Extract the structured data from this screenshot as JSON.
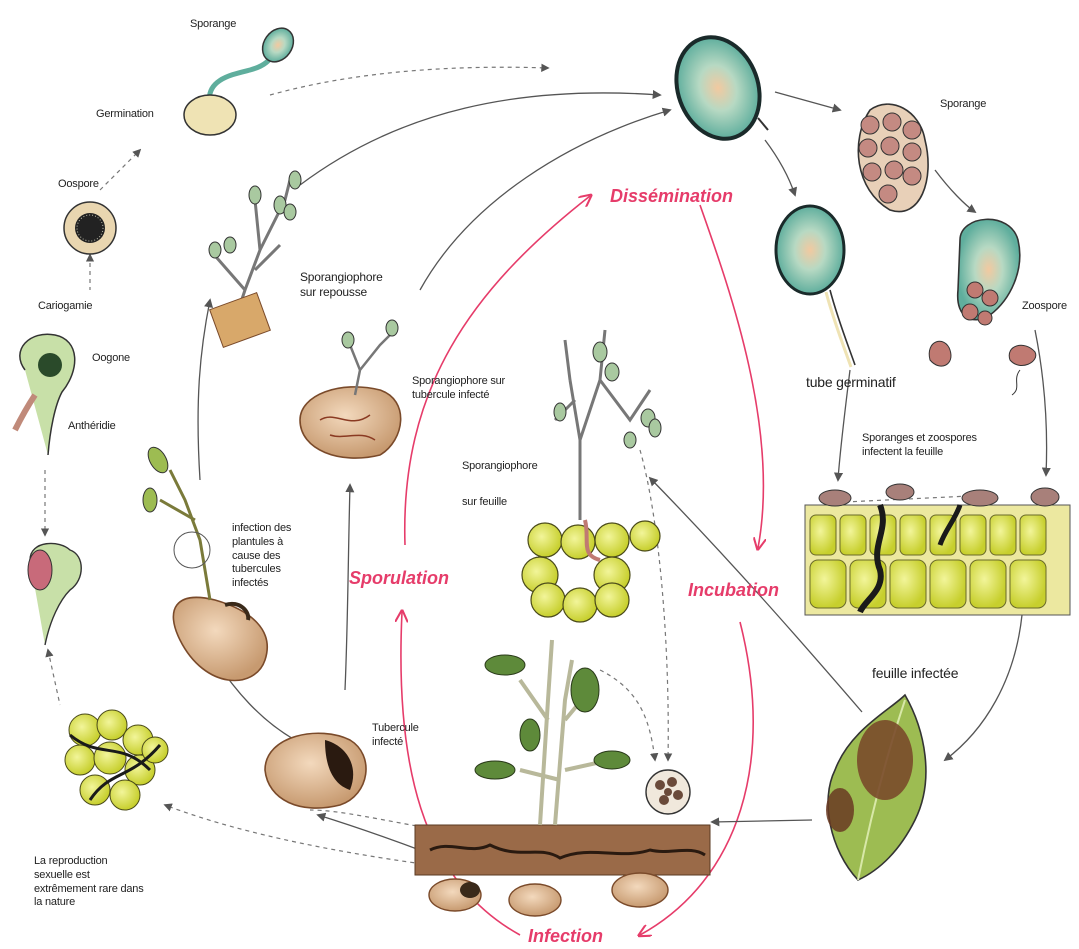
{
  "stages": {
    "dissemination": "Dissémination",
    "incubation": "Incubation",
    "infection": "Infection",
    "sporulation": "Sporulation"
  },
  "labels": {
    "sporange_top": "Sporange",
    "germination": "Germination",
    "oospore": "Oospore",
    "caryogamie": "Cariogamie",
    "oogone": "Oogone",
    "antheridie": "Anthéridie",
    "sporange_right": "Sporange",
    "zoospore": "Zoospore",
    "tube_germinatif": "tube germinatif",
    "sporanges_zoospores": "Sporanges et zoospores infectent la feuille",
    "feuille_infectee": "feuille infectée",
    "sporangiophore_repousse": "Sporangiophore sur repousse",
    "sporangiophore_tubercule": "Sporangiophore sur tubercule infecté",
    "sporangiophore_feuille_1": "Sporangiophore",
    "sporangiophore_feuille_2": "sur feuille",
    "infection_plantules": "infection des plantules à cause des tubercules infectés",
    "tubercule_infecte": "Tubercule infecté",
    "reproduction_sexuelle": "La reproduction sexuelle est extrêmement rare dans la nature"
  },
  "colors": {
    "stage_red": "#e63c6a",
    "arrow_gray": "#555555",
    "cell_yellow": "#d9e04a",
    "tuber_brown": "#c9a47a",
    "lesion_dark": "#3a2a1a",
    "spore_teal": "#7fc7b8",
    "leaf_green": "#8fb34a",
    "soil_brown": "#8a5a3a"
  }
}
